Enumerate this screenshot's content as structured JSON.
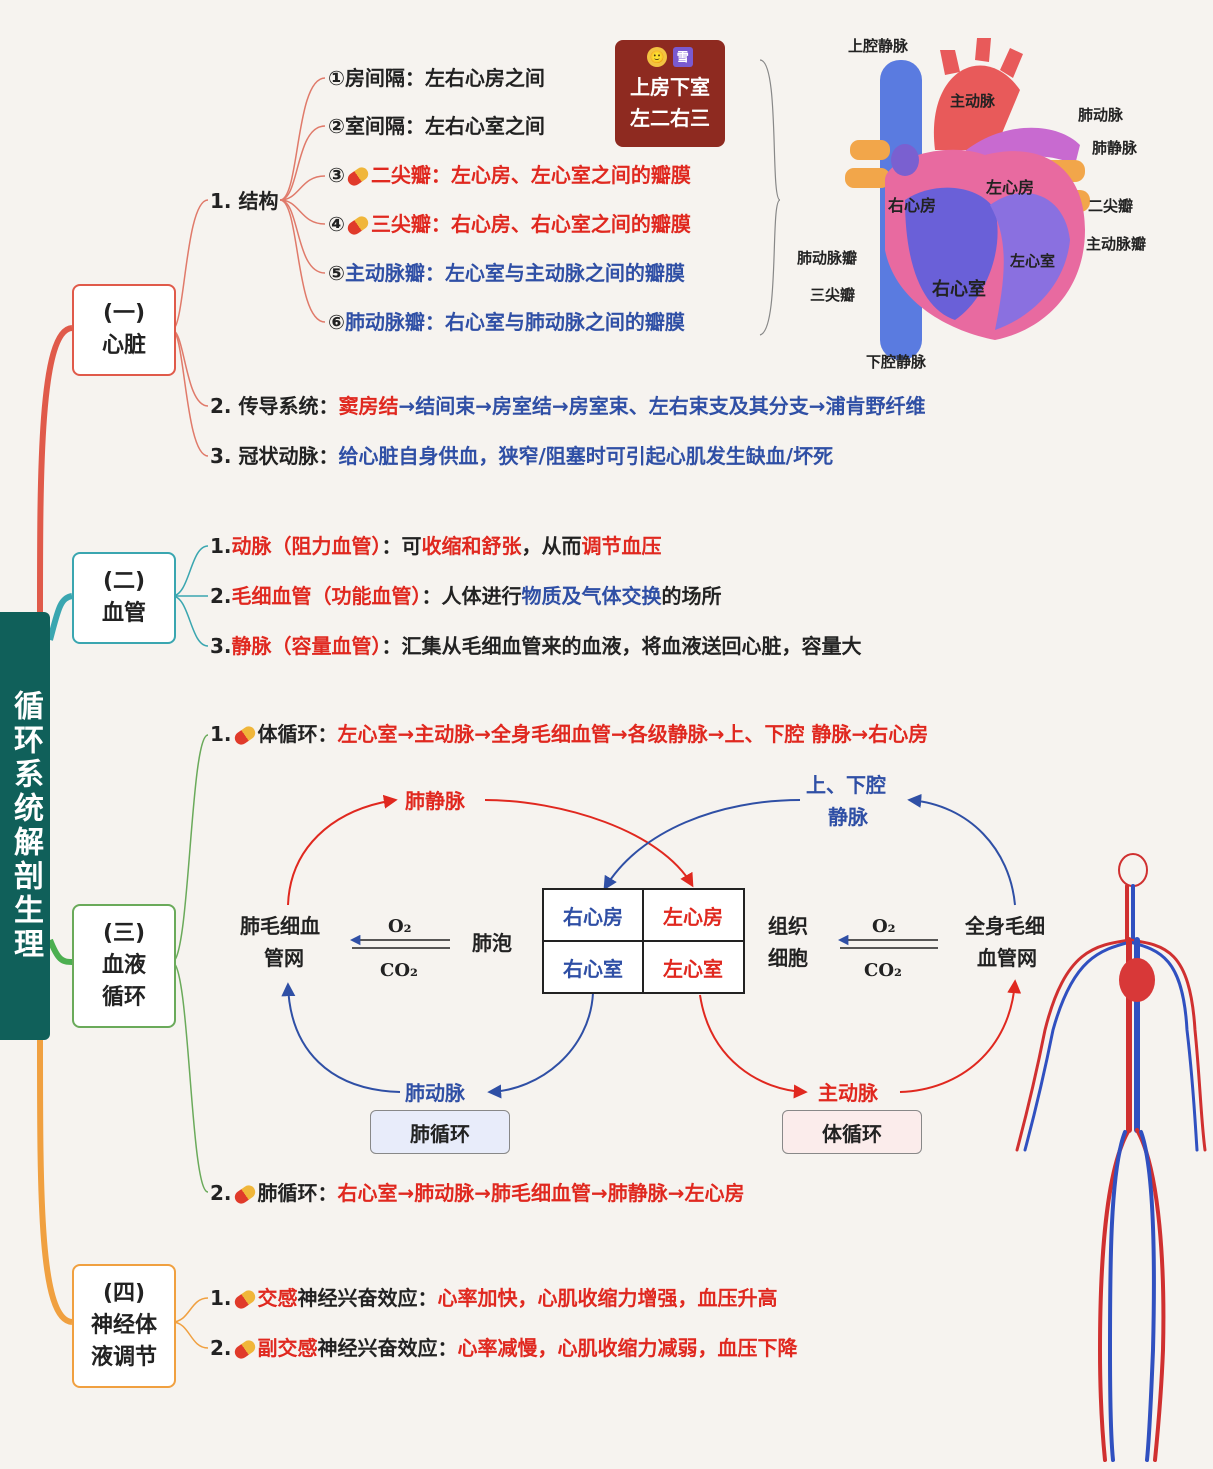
{
  "spine": "循环系统解剖生理",
  "sections": [
    {
      "line1": "(一)",
      "line2": "心脏",
      "line3": ""
    },
    {
      "line1": "(二)",
      "line2": "血管",
      "line3": ""
    },
    {
      "line1": "(三)",
      "line2": "血液",
      "line3": "循环"
    },
    {
      "line1": "(四)",
      "line2": "神经体",
      "line3": "液调节"
    }
  ],
  "heart": {
    "structure_label": "1. 结构",
    "items": [
      {
        "no": "①",
        "name": "房间隔：",
        "desc": "左右心房之间"
      },
      {
        "no": "②",
        "name": "室间隔：",
        "desc": "左右心室之间"
      },
      {
        "no": "③",
        "name": "二尖瓣：",
        "desc": "左心房、左心室之间的瓣膜"
      },
      {
        "no": "④",
        "name": "三尖瓣：",
        "desc": "右心房、右心室之间的瓣膜"
      },
      {
        "no": "⑤",
        "name": "主动脉瓣：",
        "desc": "左心室与主动脉之间的瓣膜"
      },
      {
        "no": "⑥",
        "name": "肺动脉瓣：",
        "desc": "右心室与肺动脉之间的瓣膜"
      }
    ],
    "tip": {
      "icon1": "🙂",
      "icon2": "雪",
      "line1": "上房下室",
      "line2": "左二右三"
    },
    "conduction": {
      "label": "2. 传导系统：",
      "start": "窦房结",
      "rest": "→结间束→房室结→房室束、左右束支及其分支→浦肯野纤维"
    },
    "coronary": {
      "label": "3. 冠状动脉：",
      "text": "给心脏自身供血，狭窄/阻塞时可引起心肌发生缺血/坏死"
    },
    "diagram_labels": {
      "svc": "上腔静脉",
      "aorta": "主动脉",
      "pa": "肺动脉",
      "pv": "肺静脉",
      "ra": "右心房",
      "la": "左心房",
      "mitral": "二尖瓣",
      "aortic_valve": "主动脉瓣",
      "pulm_valve": "肺动脉瓣",
      "lv": "左心室",
      "rv": "右心室",
      "tricuspid": "三尖瓣",
      "ivc": "下腔静脉"
    }
  },
  "vessels": [
    {
      "no": "1.",
      "name": "动脉",
      "paren": "（阻力血管）",
      "colon": "：可",
      "hl1": "收缩和舒张",
      "mid": "，从而",
      "hl2": "调节血压",
      "tail": ""
    },
    {
      "no": "2.",
      "name": "毛细血管",
      "paren": "（功能血管）",
      "colon": "：人体进行",
      "hl1": "物质及气体交换",
      "mid": "的场所",
      "hl2": "",
      "tail": ""
    },
    {
      "no": "3.",
      "name": "静脉",
      "paren": "（容量血管）",
      "colon": "：汇集从毛细血管来的血液，将血液送回心脏，容量大",
      "hl1": "",
      "mid": "",
      "hl2": "",
      "tail": ""
    }
  ],
  "circulation": {
    "systemic": {
      "no": "1.",
      "label": "体循环：",
      "path": "左心室→主动脉→全身毛细血管→各级静脉→上、下腔 静脉→右心房"
    },
    "pulmonary": {
      "no": "2.",
      "label": "肺循环：",
      "path": "右心室→肺动脉→肺毛细血管→肺静脉→左心房"
    },
    "diagram": {
      "pulm_vein": "肺静脉",
      "vena_cava_1": "上、下腔",
      "vena_cava_2": "静脉",
      "lung_cap_1": "肺毛细血",
      "lung_cap_2": "管网",
      "o2_left": "O₂",
      "co2_left": "CO₂",
      "alveoli": "肺泡",
      "ra": "右心房",
      "la": "左心房",
      "rv": "右心室",
      "lv": "左心室",
      "tissue_1": "组织",
      "tissue_2": "细胞",
      "o2_right": "O₂",
      "co2_right": "CO₂",
      "body_cap_1": "全身毛细",
      "body_cap_2": "血管网",
      "pulm_artery": "肺动脉",
      "aorta": "主动脉",
      "pulm_circ": "肺循环",
      "sys_circ": "体循环"
    }
  },
  "regulation": [
    {
      "no": "1.",
      "name": "交感",
      "rest": "神经兴奋效应：",
      "effect": "心率加快，心肌收缩力增强，血压升高"
    },
    {
      "no": "2.",
      "name": "副交感",
      "rest": "神经兴奋效应：",
      "effect": "心率减慢，心肌收缩力减弱，血压下降"
    }
  ],
  "colors": {
    "red": "#e0281f",
    "blue": "#2f4fa5",
    "spine": "#10605a",
    "tip": "#8e2a20"
  }
}
